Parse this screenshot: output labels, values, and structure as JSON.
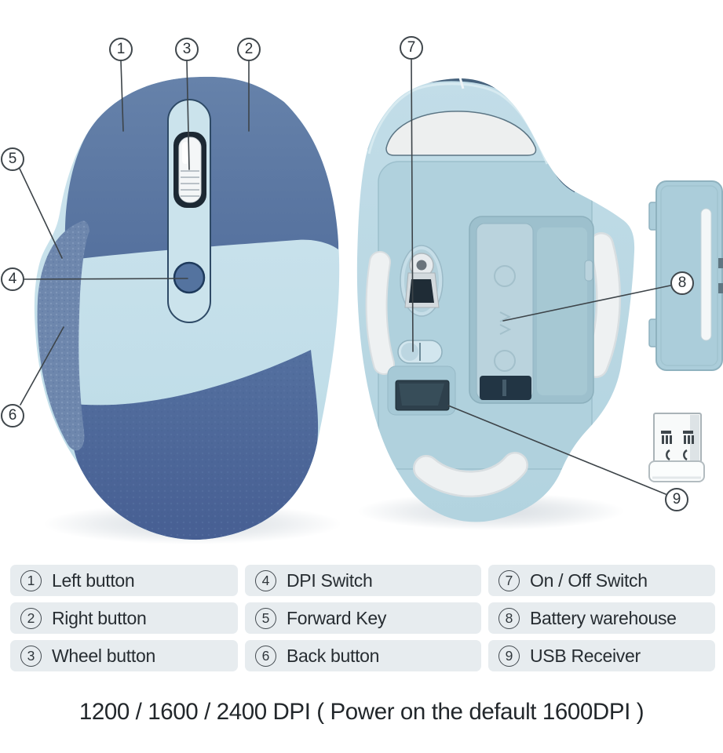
{
  "legend": {
    "items": [
      {
        "number": "1",
        "label": "Left button"
      },
      {
        "number": "2",
        "label": "Right button"
      },
      {
        "number": "3",
        "label": "Wheel button"
      },
      {
        "number": "4",
        "label": "DPI Switch"
      },
      {
        "number": "5",
        "label": "Forward Key"
      },
      {
        "number": "6",
        "label": "Back button"
      },
      {
        "number": "7",
        "label": "On / Off Switch"
      },
      {
        "number": "8",
        "label": "Battery warehouse"
      },
      {
        "number": "9",
        "label": "USB Receiver"
      }
    ]
  },
  "footer": {
    "dpi_note": "1200 / 1600 / 2400 DPI ( Power on the default 1600DPI )"
  },
  "colors": {
    "top_buttons_dark_blue": "#5f7ba4",
    "body_light_blue": "#c2dde8",
    "palm_dark_blue": "#4f6896",
    "side_grip_blue": "#6d87ad",
    "bottom_shell_blue": "#b8d8e3",
    "glide_pad_white": "#eef1f2",
    "legend_cell_bg": "#e7ecef",
    "callout_line": "#3d4449"
  }
}
